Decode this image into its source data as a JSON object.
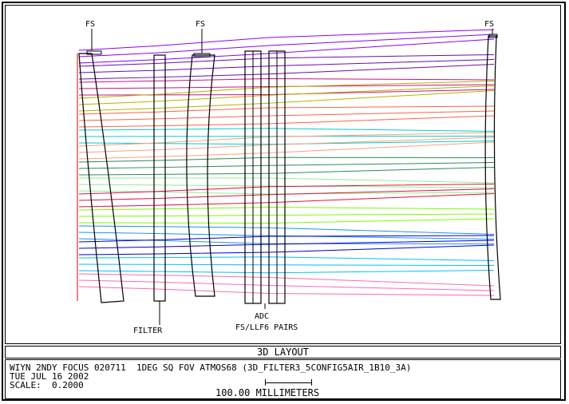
{
  "labels": {
    "fs_1": "FS",
    "fs_2": "FS",
    "fs_3": "FS",
    "filter": "FILTER",
    "adc": "ADC",
    "adc_sub": "FS/LLF6 PAIRS"
  },
  "title": "3D LAYOUT",
  "info": {
    "line1": "WIYN 2NDY FOCUS 020711  1DEG SQ FOV ATMOS68 (3D_FILTER3_5CONFIG5AIR_1B10_3A)",
    "line2": "TUE JUL 16 2002",
    "line3": "SCALE:  0.2000",
    "scale_label": "100.00 MILLIMETERS"
  },
  "ray_colors": [
    "#8B00FF",
    "#6A0DAD",
    "#C71585",
    "#B8B000",
    "#FF6347",
    "#00CED1",
    "#FFA07A",
    "#2E8B57",
    "#90EE90",
    "#DC143C",
    "#7CFC00",
    "#1E90FF",
    "#0000CD",
    "#00BFFF",
    "#FF69B4"
  ]
}
